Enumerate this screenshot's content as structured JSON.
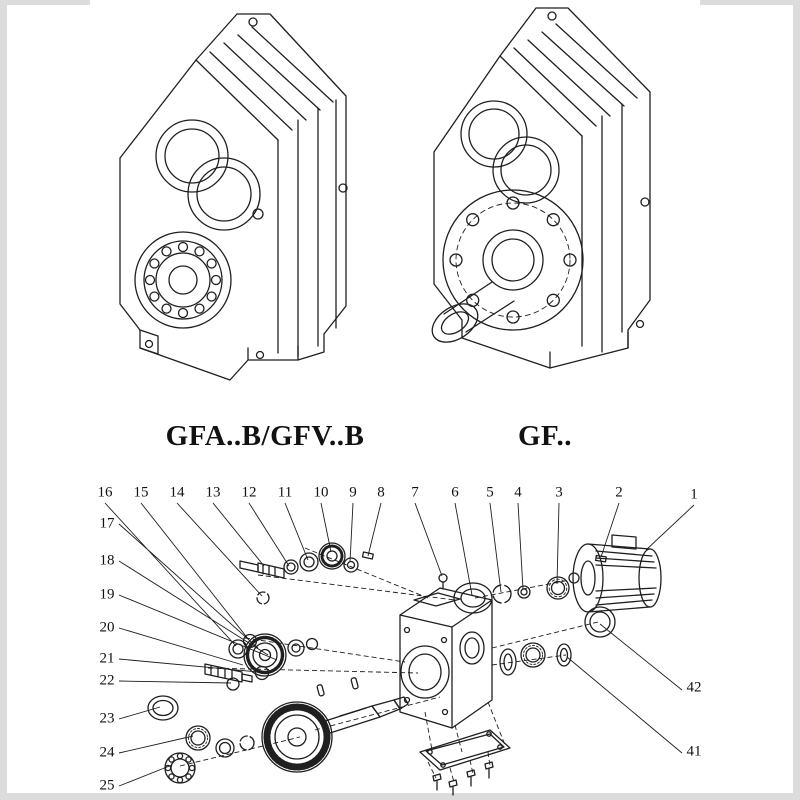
{
  "colors": {
    "line": "#1f1f1f",
    "background": "#ffffff",
    "page_edge": "#dcdcdc"
  },
  "figures": [
    {
      "label": "GFA..B/GFV..B"
    },
    {
      "label": "GF.."
    }
  ],
  "exploded_view": {
    "top_numbers": [
      "16",
      "15",
      "14",
      "13",
      "12",
      "11",
      "10",
      "9",
      "8",
      "7",
      "6",
      "5",
      "4",
      "3",
      "2",
      "1"
    ],
    "left_numbers": [
      "17",
      "18",
      "19",
      "20",
      "21",
      "22",
      "23",
      "24",
      "25"
    ],
    "right_numbers": [
      "42",
      "41"
    ]
  }
}
